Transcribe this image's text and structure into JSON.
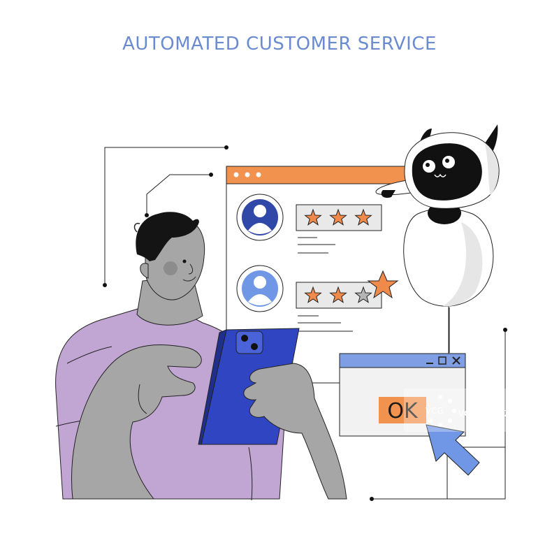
{
  "title": "AUTOMATED CUSTOMER SERVICE",
  "dialog": {
    "ok_label": "OK"
  },
  "reviews": [
    {
      "filled_stars": 3,
      "total_stars": 3
    },
    {
      "filled_stars": 2,
      "total_stars": 3
    }
  ],
  "watermark": {
    "brand": "VCG",
    "id_text": "VCG211547308337"
  },
  "colors": {
    "title": "#6b8bd1",
    "accent_orange": "#f2924f",
    "star_orange": "#f08a4b",
    "star_empty": "#b5b5b5",
    "phone_blue": "#2f45c2",
    "shirt_purple": "#c1a5d3",
    "skin_gray": "#a6a6a6",
    "hair": "#141414",
    "dialog_blue": "#7f9ee3",
    "cursor_blue": "#6f97e6",
    "avatar_dark": "#3049a8",
    "avatar_light": "#6f97e6"
  }
}
